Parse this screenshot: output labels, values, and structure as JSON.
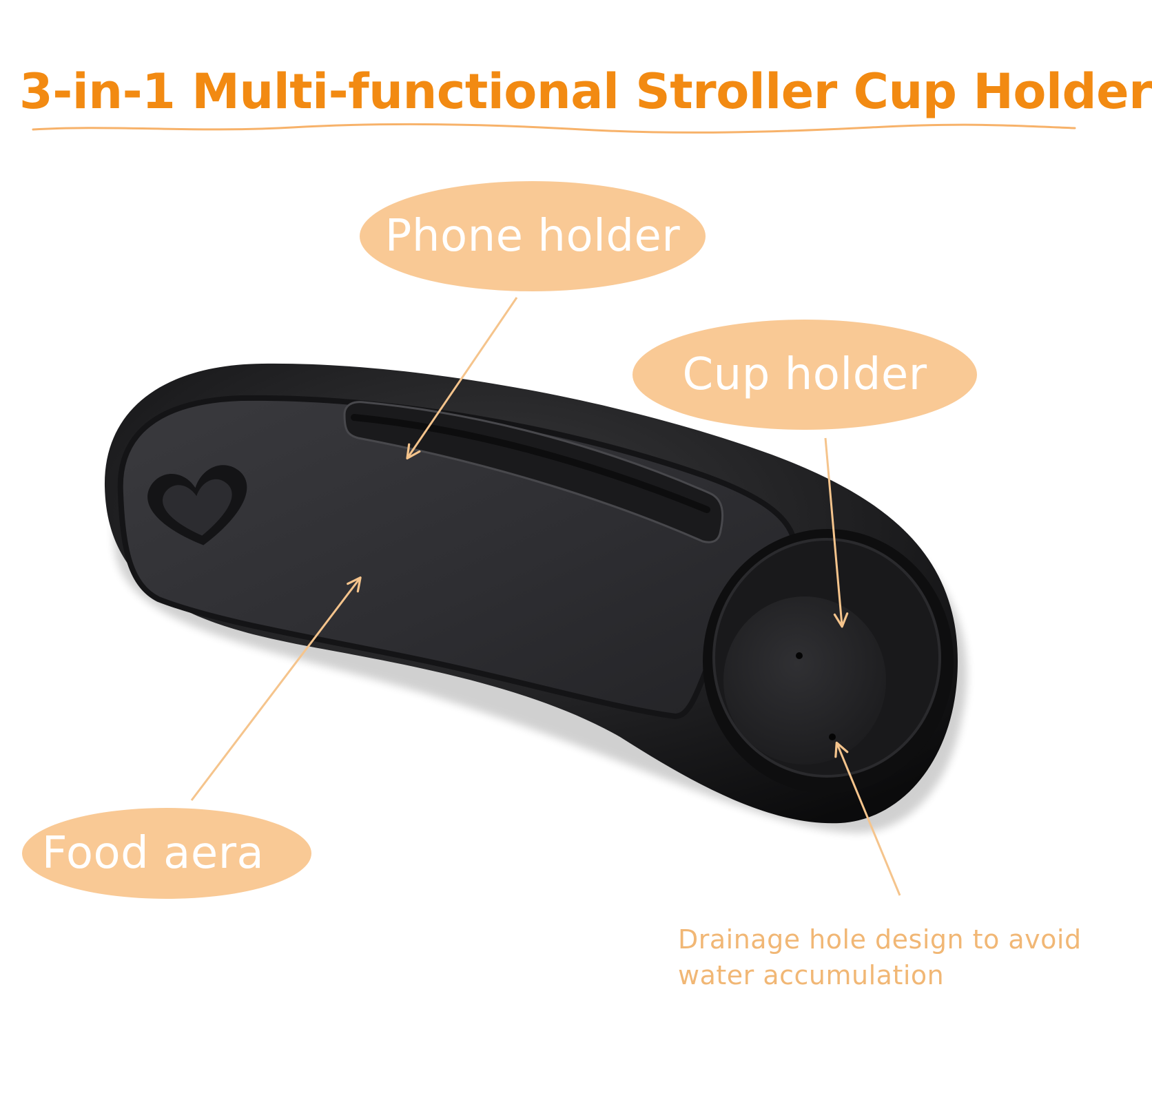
{
  "header": {
    "title": "3-in-1 Multi-functional Stroller Cup Holder"
  },
  "callouts": {
    "phone_holder": "Phone holder",
    "cup_holder": "Cup holder",
    "food_area": "Food aera",
    "drainage_line1": "Drainage hole design to avoid",
    "drainage_line2": "water accumulation"
  },
  "product": {
    "features": [
      "heart-emboss",
      "phone-slot",
      "food-tray",
      "cup-ring",
      "drainage-holes"
    ]
  },
  "colors": {
    "title": "#f28a12",
    "bubble": "#f9c995",
    "bubble_text": "#ffffff",
    "arrow": "#f5c48c",
    "note_text": "#f1b775",
    "tray": "#1d1d1f"
  }
}
